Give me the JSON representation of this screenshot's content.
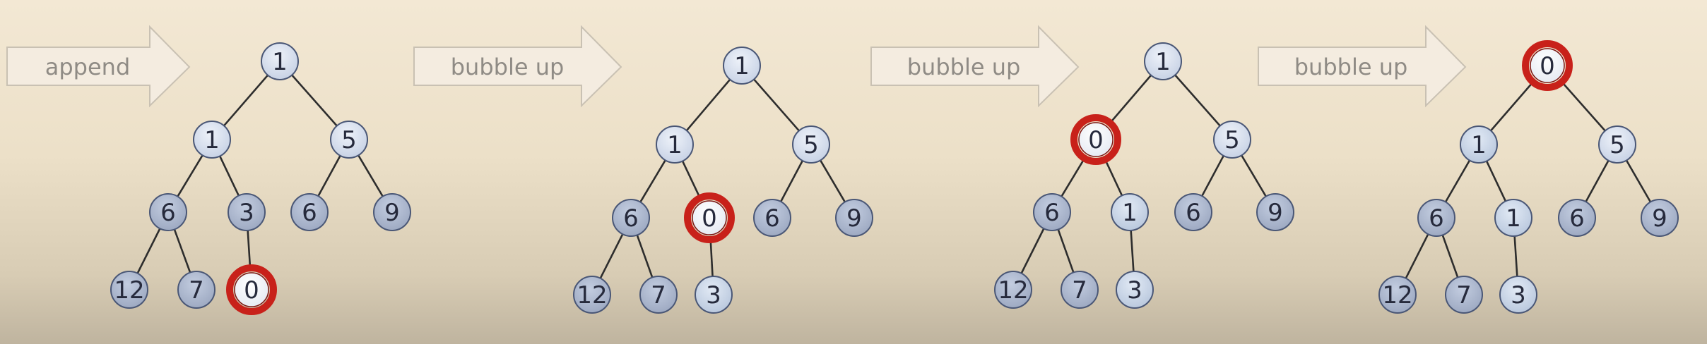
{
  "colors": {
    "node_fill_dark": "#a9b4cb",
    "node_fill_light": "#d5deed",
    "node_stroke": "#4a5776",
    "highlight_ring": "#c8211a",
    "arrow_fill": "#f4ece0",
    "arrow_stroke": "#c9c1b3"
  },
  "steps": [
    {
      "arrow_label": "append",
      "nodes": [
        {
          "id": "a",
          "value": "1",
          "style": "light"
        },
        {
          "id": "b",
          "value": "1",
          "style": "light"
        },
        {
          "id": "c",
          "value": "5",
          "style": "light"
        },
        {
          "id": "d",
          "value": "6",
          "style": "dark"
        },
        {
          "id": "e",
          "value": "3",
          "style": "dark"
        },
        {
          "id": "f",
          "value": "6",
          "style": "dark"
        },
        {
          "id": "g",
          "value": "9",
          "style": "dark"
        },
        {
          "id": "h",
          "value": "12",
          "style": "dark"
        },
        {
          "id": "i",
          "value": "7",
          "style": "dark"
        },
        {
          "id": "j",
          "value": "0",
          "style": "highlight"
        }
      ]
    },
    {
      "arrow_label": "bubble up",
      "nodes": [
        {
          "id": "a",
          "value": "1",
          "style": "light"
        },
        {
          "id": "b",
          "value": "1",
          "style": "light"
        },
        {
          "id": "c",
          "value": "5",
          "style": "light"
        },
        {
          "id": "d",
          "value": "6",
          "style": "dark"
        },
        {
          "id": "e",
          "value": "0",
          "style": "highlight"
        },
        {
          "id": "f",
          "value": "6",
          "style": "dark"
        },
        {
          "id": "g",
          "value": "9",
          "style": "dark"
        },
        {
          "id": "h",
          "value": "12",
          "style": "dark"
        },
        {
          "id": "i",
          "value": "7",
          "style": "dark"
        },
        {
          "id": "j",
          "value": "3",
          "style": "pale"
        }
      ]
    },
    {
      "arrow_label": "bubble up",
      "nodes": [
        {
          "id": "a",
          "value": "1",
          "style": "light"
        },
        {
          "id": "b",
          "value": "0",
          "style": "highlight"
        },
        {
          "id": "c",
          "value": "5",
          "style": "light"
        },
        {
          "id": "d",
          "value": "6",
          "style": "dark"
        },
        {
          "id": "e",
          "value": "1",
          "style": "pale"
        },
        {
          "id": "f",
          "value": "6",
          "style": "dark"
        },
        {
          "id": "g",
          "value": "9",
          "style": "dark"
        },
        {
          "id": "h",
          "value": "12",
          "style": "dark"
        },
        {
          "id": "i",
          "value": "7",
          "style": "dark"
        },
        {
          "id": "j",
          "value": "3",
          "style": "pale"
        }
      ]
    },
    {
      "arrow_label": "bubble up",
      "nodes": [
        {
          "id": "a",
          "value": "0",
          "style": "highlight"
        },
        {
          "id": "b",
          "value": "1",
          "style": "pale"
        },
        {
          "id": "c",
          "value": "5",
          "style": "light"
        },
        {
          "id": "d",
          "value": "6",
          "style": "dark"
        },
        {
          "id": "e",
          "value": "1",
          "style": "pale"
        },
        {
          "id": "f",
          "value": "6",
          "style": "dark"
        },
        {
          "id": "g",
          "value": "9",
          "style": "dark"
        },
        {
          "id": "h",
          "value": "12",
          "style": "dark"
        },
        {
          "id": "i",
          "value": "7",
          "style": "dark"
        },
        {
          "id": "j",
          "value": "3",
          "style": "pale"
        }
      ]
    }
  ],
  "edges": [
    [
      "a",
      "b"
    ],
    [
      "a",
      "c"
    ],
    [
      "b",
      "d"
    ],
    [
      "b",
      "e"
    ],
    [
      "c",
      "f"
    ],
    [
      "c",
      "g"
    ],
    [
      "d",
      "h"
    ],
    [
      "d",
      "i"
    ],
    [
      "e",
      "j"
    ]
  ]
}
